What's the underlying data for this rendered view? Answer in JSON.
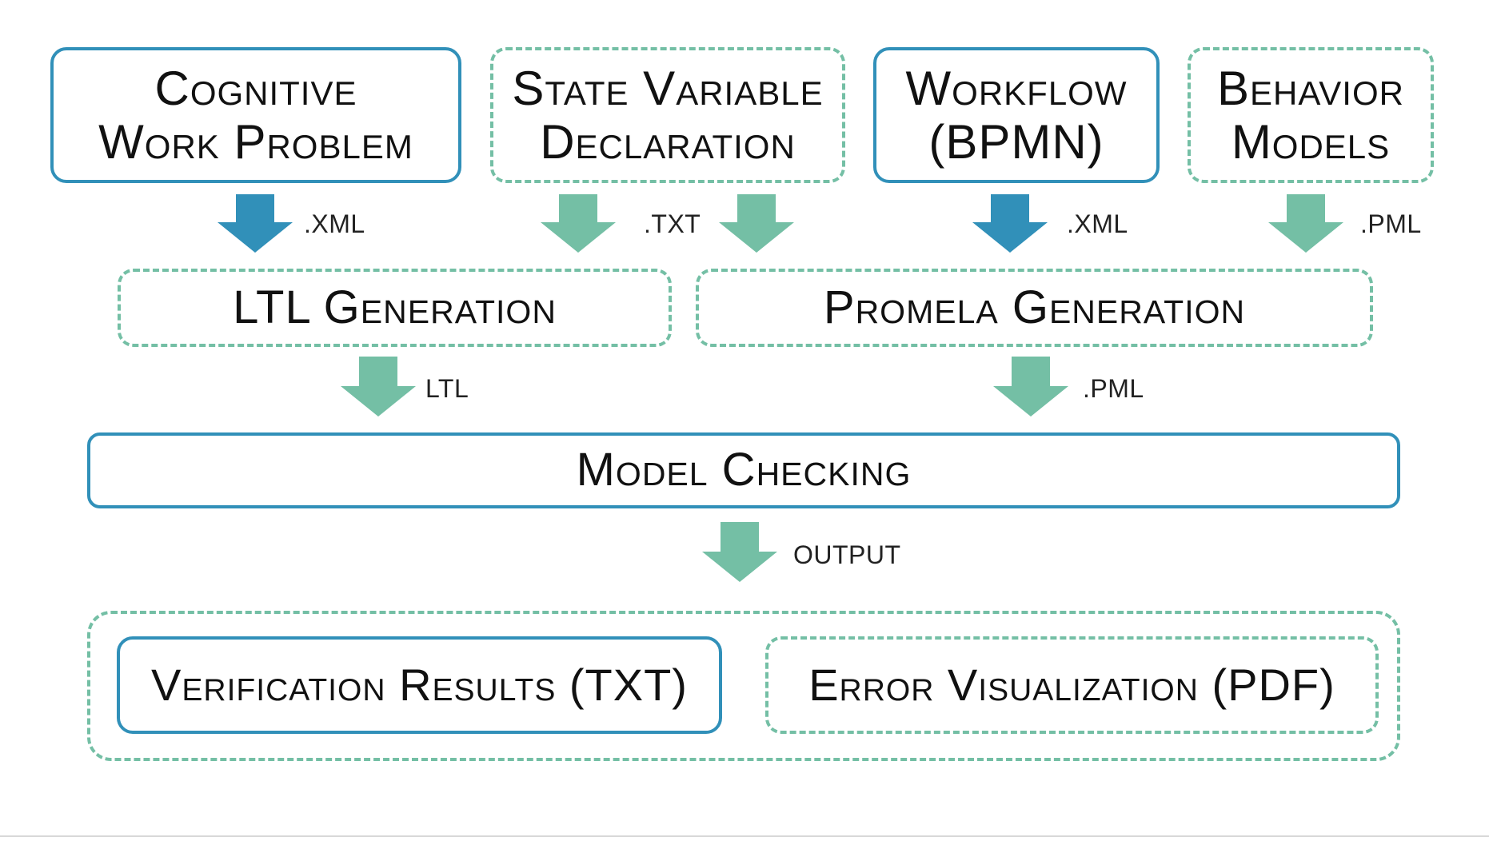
{
  "colors": {
    "blue": "#3190b9",
    "green": "#74bfa5"
  },
  "inputs": {
    "cognitive_work_problem": "Cognitive Work Problem",
    "state_variable_declaration": "State Variable Declaration",
    "workflow_bpmn": "Workflow (BPMN)",
    "behavior_models": "Behavior Models"
  },
  "labels": {
    "cwp_format": ".XML",
    "svd_format": ".TXT",
    "workflow_format": ".XML",
    "behavior_format": ".PML",
    "ltl_output": "LTL",
    "promela_output": ".PML",
    "model_output": "OUTPUT"
  },
  "generation": {
    "ltl": "LTL Generation",
    "promela": "Promela Generation"
  },
  "model_checking": "Model Checking",
  "outputs": {
    "verification": "Verification Results (TXT)",
    "error_visualization": "Error Visualization (PDF)"
  }
}
